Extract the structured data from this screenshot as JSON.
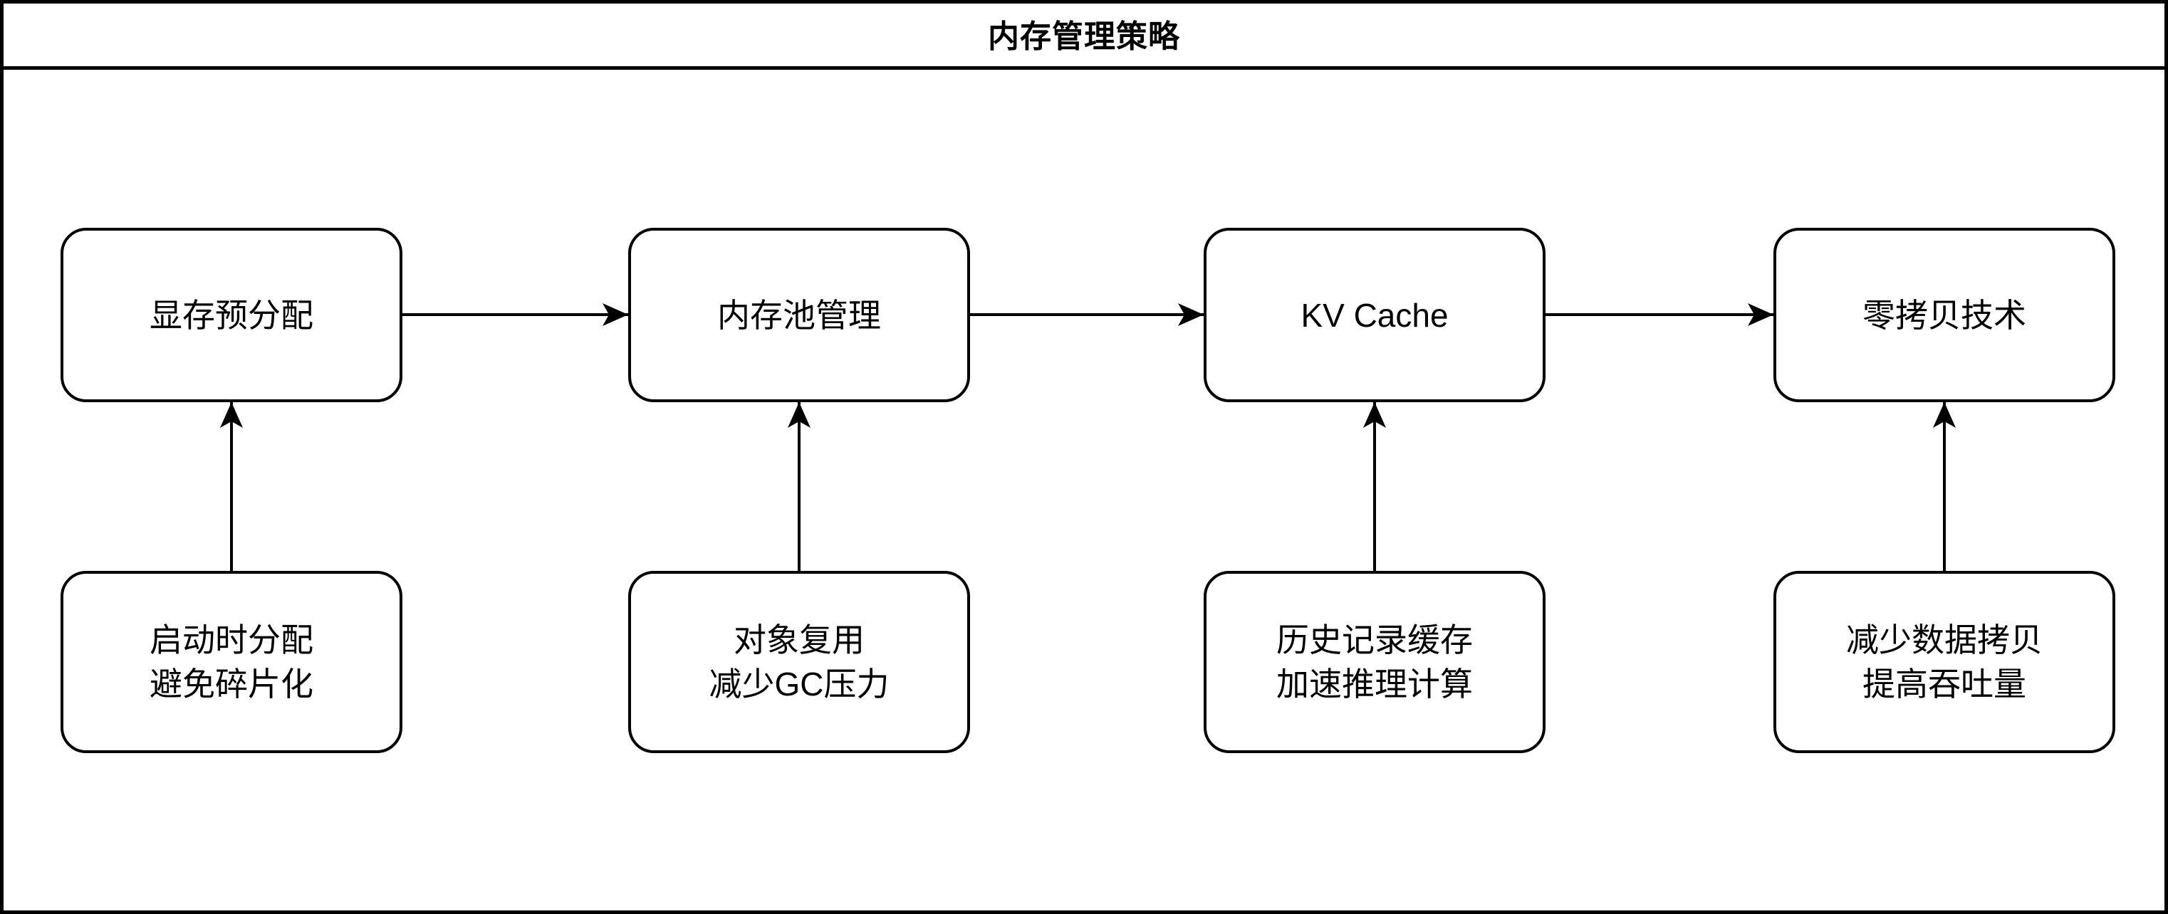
{
  "title": "内存管理策略",
  "colors": {
    "stroke": "#000000",
    "fill": "#ffffff",
    "text": "#000000"
  },
  "diagram": {
    "top_nodes": [
      {
        "id": "vram-prealloc",
        "label": "显存预分配",
        "column": 0
      },
      {
        "id": "memory-pool",
        "label": "内存池管理",
        "column": 1
      },
      {
        "id": "kv-cache",
        "label": "KV Cache",
        "column": 2
      },
      {
        "id": "zero-copy",
        "label": "零拷贝技术",
        "column": 3
      }
    ],
    "bottom_nodes": [
      {
        "id": "startup-alloc",
        "lines": [
          "启动时分配",
          "避免碎片化"
        ],
        "column": 0
      },
      {
        "id": "object-reuse",
        "lines": [
          "对象复用",
          "减少GC压力"
        ],
        "column": 1
      },
      {
        "id": "history-cache",
        "lines": [
          "历史记录缓存",
          "加速推理计算"
        ],
        "column": 2
      },
      {
        "id": "reduce-copy",
        "lines": [
          "减少数据拷贝",
          "提高吞吐量"
        ],
        "column": 3
      }
    ],
    "edges": [
      {
        "from": "vram-prealloc",
        "to": "memory-pool",
        "type": "flow-right"
      },
      {
        "from": "memory-pool",
        "to": "kv-cache",
        "type": "flow-right"
      },
      {
        "from": "kv-cache",
        "to": "zero-copy",
        "type": "flow-right"
      },
      {
        "from": "startup-alloc",
        "to": "vram-prealloc",
        "type": "support-up"
      },
      {
        "from": "object-reuse",
        "to": "memory-pool",
        "type": "support-up"
      },
      {
        "from": "history-cache",
        "to": "kv-cache",
        "type": "support-up"
      },
      {
        "from": "reduce-copy",
        "to": "zero-copy",
        "type": "support-up"
      }
    ]
  }
}
